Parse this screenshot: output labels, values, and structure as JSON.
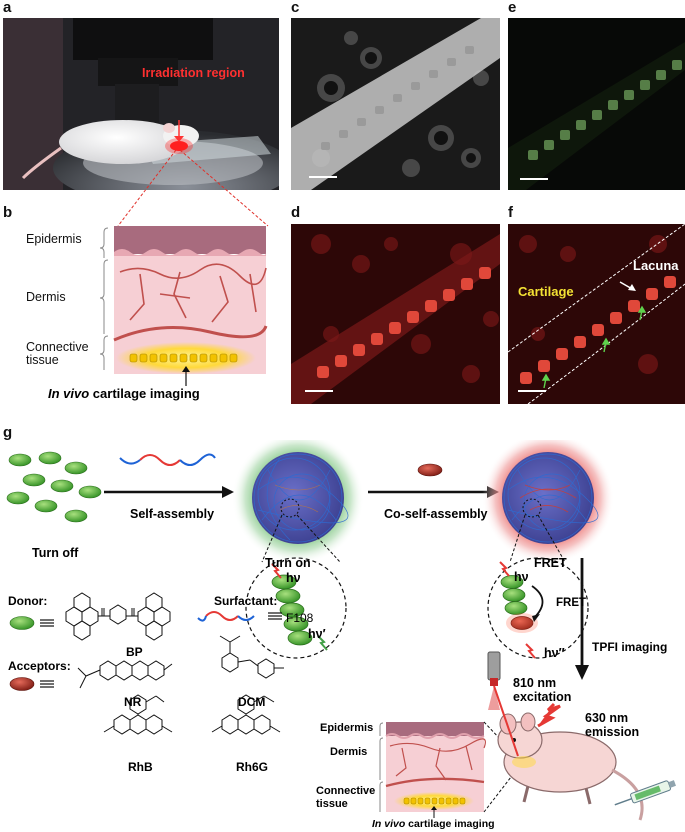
{
  "panels": {
    "a": {
      "letter": "a",
      "irradiation_label": "Irradiation region"
    },
    "b": {
      "letter": "b",
      "epidermis": "Epidermis",
      "dermis": "Dermis",
      "connective_line1": "Connective",
      "connective_line2": "tissue",
      "caption_italic": "In vivo",
      "caption_rest": " cartilage imaging"
    },
    "c": {
      "letter": "c"
    },
    "d": {
      "letter": "d"
    },
    "e": {
      "letter": "e"
    },
    "f": {
      "letter": "f",
      "cartilage": "Cartilage",
      "lacuna": "Lacuna"
    },
    "g": {
      "letter": "g",
      "turn_off": "Turn off",
      "self_assembly": "Self-assembly",
      "turn_on": "Turn on",
      "co_self_assembly": "Co-self-assembly",
      "fret_label": "FRET",
      "hv": "hν",
      "hv_prime": "hν′",
      "hv_dprime": "hν′′",
      "fret_inner": "FRET",
      "donor": "Donor:",
      "surfactant": "Surfactant:",
      "f108": "F108",
      "bp": "BP",
      "acceptors": "Acceptors:",
      "nr": "NR",
      "dcm": "DCM",
      "rhb": "RhB",
      "rh6g": "Rh6G",
      "tpfi": "TPFI imaging",
      "excitation_line1": "810 nm",
      "excitation_line2": "excitation",
      "emission_line1": "630 nm",
      "emission_line2": "emission",
      "epidermis": "Epidermis",
      "dermis": "Dermis",
      "connective_line1": "Connective",
      "connective_line2": "tissue",
      "caption_italic": "In vivo",
      "caption_rest": " cartilage imaging"
    }
  },
  "colors": {
    "green": "#4caf3c",
    "red": "#c0392b",
    "skin_top": "#a86b7e",
    "skin": "#f4c9cf",
    "vessel": "#c0504d",
    "glow_yellow": "#ffe14d",
    "mouse": "#f6d6d4"
  }
}
